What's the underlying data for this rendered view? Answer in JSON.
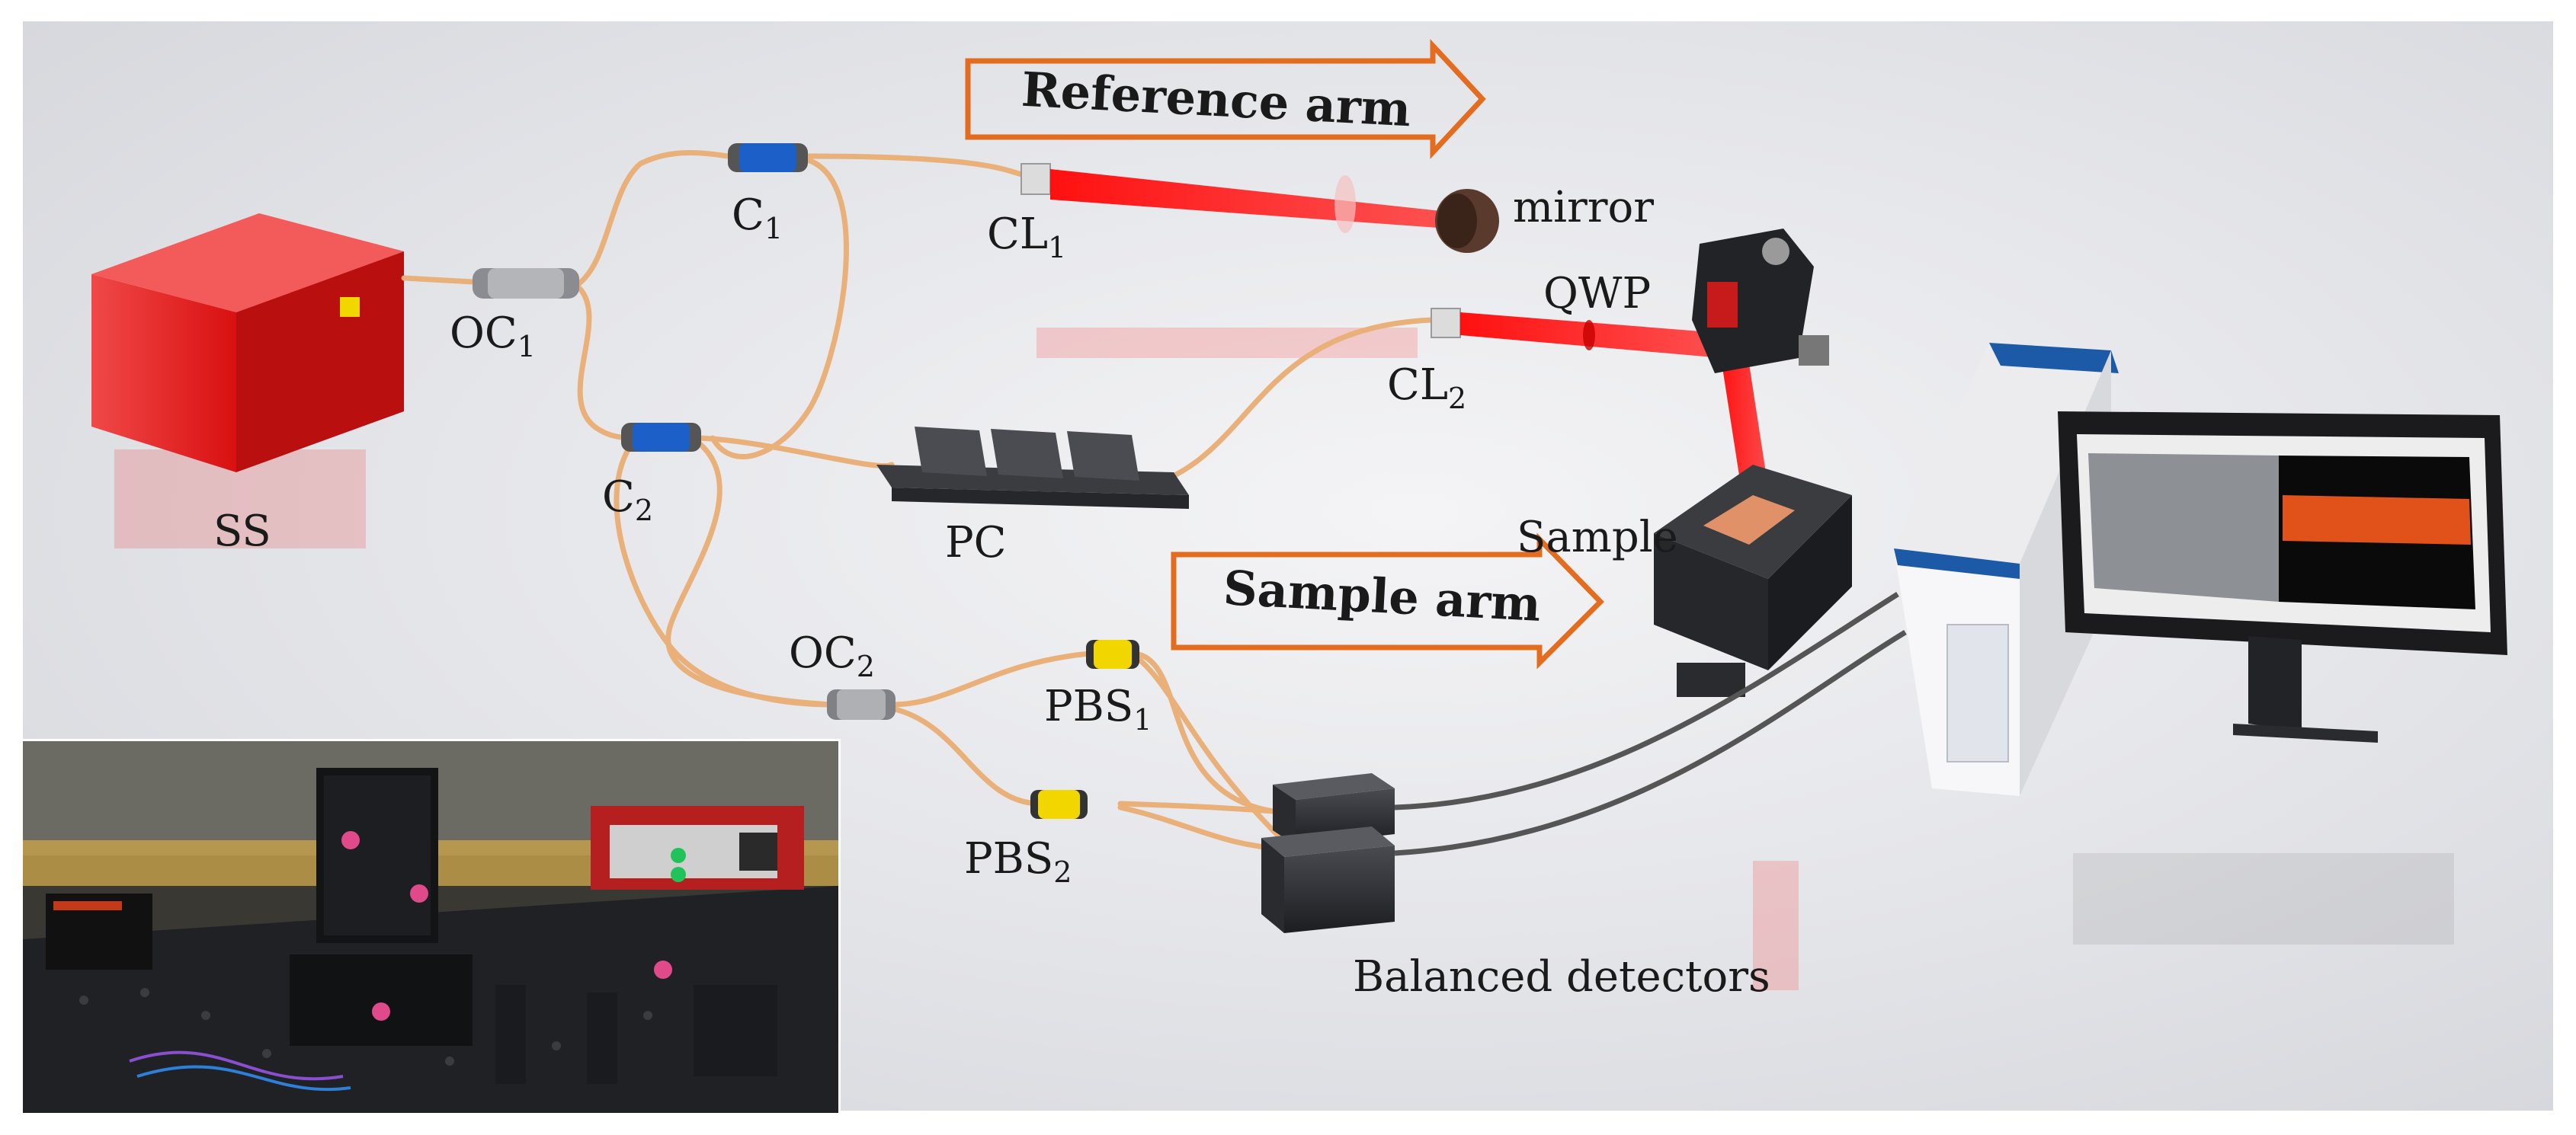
{
  "labels": {
    "source": "SS",
    "oc1_main": "OC",
    "oc1_sub": "1",
    "c1_main": "C",
    "c1_sub": "1",
    "c2_main": "C",
    "c2_sub": "2",
    "cl1_main": "CL",
    "cl1_sub": "1",
    "cl2_main": "CL",
    "cl2_sub": "2",
    "mirror": "mirror",
    "qwp": "QWP",
    "pc": "PC",
    "sample": "Sample",
    "oc2_main": "OC",
    "oc2_sub": "2",
    "pbs1_main": "PBS",
    "pbs1_sub": "1",
    "pbs2_main": "PBS",
    "pbs2_sub": "2",
    "detectors": "Balanced detectors"
  },
  "arrows": {
    "reference": "Reference arm",
    "sample": "Sample arm"
  },
  "colors": {
    "fiber": "#e9b179",
    "laser": "#ff1a1a",
    "source_box": "#ee1b1b",
    "arrow_outline": "#e36c1e",
    "coupler_blue": "#1d5fc9",
    "pbs_yellow": "#f2d600",
    "monitor_frame": "#1c5aa8",
    "oct_image": "#e0521a"
  }
}
